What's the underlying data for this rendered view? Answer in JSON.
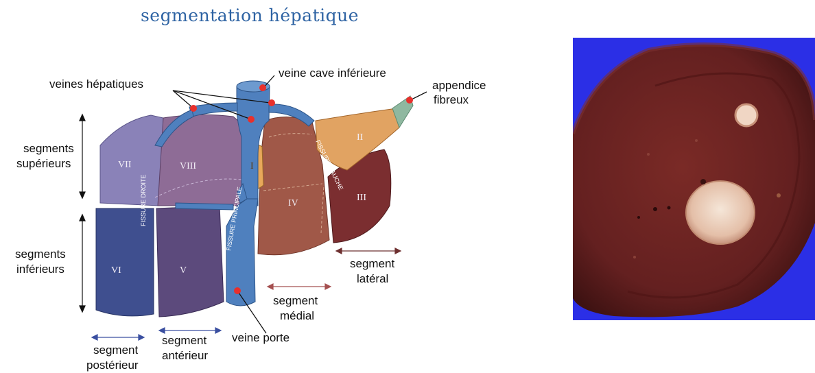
{
  "title": "segmentation hépatique",
  "labels": {
    "veines_hepatiques": "veines hépatiques",
    "veine_cave": "veine cave inférieure",
    "appendice_1": "appendice",
    "appendice_2": "fibreux",
    "sup_1": "segments",
    "sup_2": "supérieurs",
    "inf_1": "segments",
    "inf_2": "inférieurs",
    "lateral_1": "segment",
    "lateral_2": "latéral",
    "medial_1": "segment",
    "medial_2": "médial",
    "veine_porte": "veine porte",
    "anterieur_1": "segment",
    "anterieur_2": "antérieur",
    "posterieur_1": "segment",
    "posterieur_2": "postérieur"
  },
  "segments": {
    "s1": "I",
    "s2": "II",
    "s3": "III",
    "s4": "IV",
    "s5": "V",
    "s6": "VI",
    "s7": "VII",
    "s8": "VIII"
  },
  "fissures": {
    "droite": "FISSURE DROITE",
    "principale": "FISSURE PRINCIPALE",
    "gauche": "FISSURE GAUCHE"
  },
  "colors": {
    "title": "#2e63a3",
    "vessel": "#4f80be",
    "marker": "#e8302c",
    "seg_purple": "#8a7aae",
    "seg_navy": "#3e4f8e",
    "seg_brown": "#9a5042",
    "seg_red_brown": "#7d3030",
    "seg_orange": "#e3a05e",
    "photo_bg": "#2b2fe6",
    "liver": "#6b2220"
  }
}
